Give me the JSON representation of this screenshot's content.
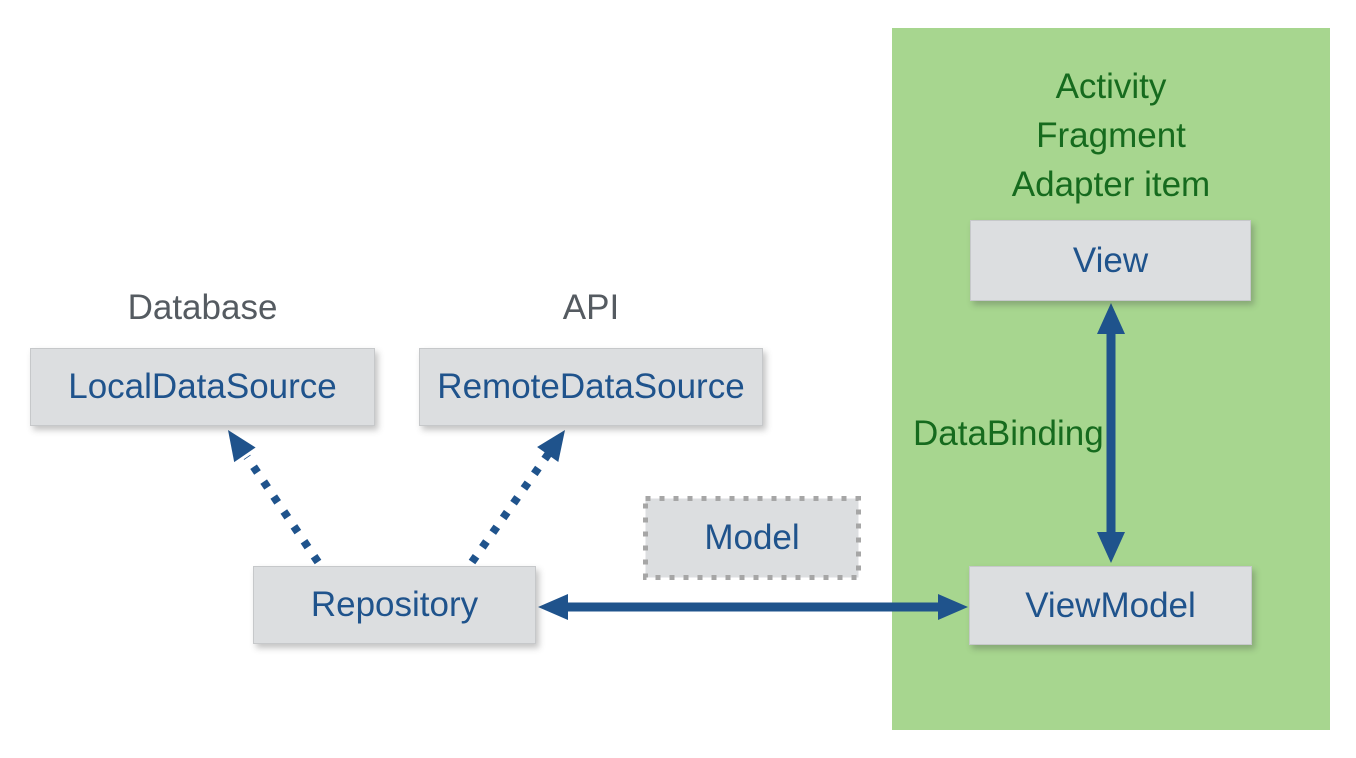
{
  "colors": {
    "panel_green": "#a7d68f",
    "green_text": "#166b1e",
    "arrow_blue": "#1f538c",
    "box_text_blue": "#1f538c",
    "box_fill": "#dcdee0",
    "box_border": "#c6c8ca",
    "model_border": "#a6a6a6",
    "muted_label": "#555b61"
  },
  "panel": {
    "labels": [
      "Activity",
      "Fragment",
      "Adapter item"
    ]
  },
  "boxes": {
    "view": {
      "label": "View"
    },
    "viewmodel": {
      "label": "ViewModel"
    },
    "repository": {
      "label": "Repository"
    },
    "local_data_source": {
      "label": "LocalDataSource"
    },
    "remote_data_source": {
      "label": "RemoteDataSource"
    },
    "model": {
      "label": "Model"
    }
  },
  "annotations": {
    "database": "Database",
    "api": "API",
    "data_binding": "DataBinding"
  }
}
